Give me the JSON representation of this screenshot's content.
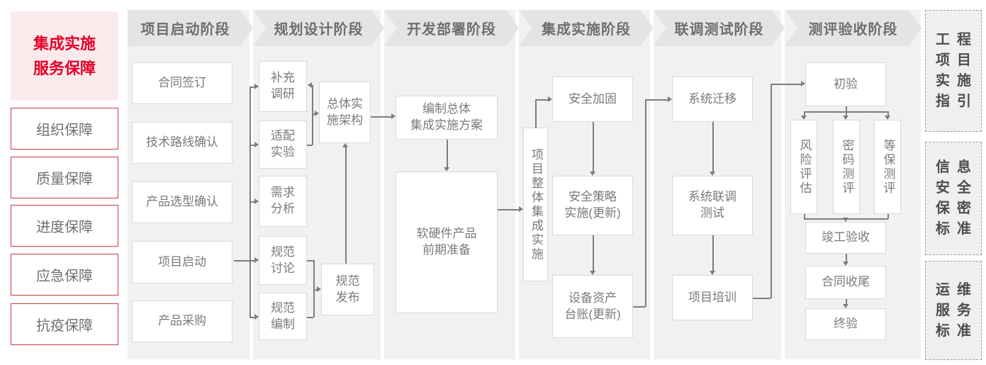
{
  "sidebar_left": {
    "banner": "集成实施\n服务保障",
    "items": [
      "组织保障",
      "质量保障",
      "进度保障",
      "应急保障",
      "抗疫保障"
    ]
  },
  "phases": [
    "项目启动阶段",
    "规划设计阶段",
    "开发部署阶段",
    "集成实施阶段",
    "联调测试阶段",
    "测评验收阶段"
  ],
  "nodes": {
    "contract_signing": "合同签订",
    "tech_route_confirm": "技术路线确认",
    "product_selection_confirm": "产品选型确认",
    "project_kickoff": "项目启动",
    "product_procurement": "产品采购",
    "supplementary_research": "补充\n调研",
    "adaptation_test": "适配\n实验",
    "requirement_analysis": "需求\n分析",
    "spec_discussion": "规范\n讨论",
    "spec_drafting": "规范\n编制",
    "overall_impl_architecture": "总体实\n施架构",
    "spec_release": "规范\n发布",
    "overall_integration_plan": "编制总体\n集成实施方案",
    "hw_sw_preparation": "软硬件产品\n前期准备",
    "overall_project_integration": "项目整体集成实施",
    "security_hardening": "安全加固",
    "security_policy_update": "安全策略\n实施(更新)",
    "asset_ledger_update": "设备资产\n台账(更新)",
    "system_migration": "系统迁移",
    "system_joint_testing": "系统联调\n测试",
    "project_training": "项目培训",
    "initial_acceptance": "初验",
    "risk_assessment": "风险评估",
    "crypto_evaluation": "密码测评",
    "mlps_evaluation": "等保测评",
    "completion_acceptance": "竣工验收",
    "contract_closure": "合同收尾",
    "final_acceptance": "终验"
  },
  "sidebar_right": {
    "items": [
      "工程\n项目\n实施\n指引",
      "信息\n安全\n保密\n标准",
      "运维\n服务\n标准"
    ]
  },
  "colors": {
    "accent_red": "#e60028",
    "red_border": "#c63b44",
    "pink_bg": "#fbeaec",
    "header_bg": "#e5e4e3",
    "panel_bg": "#f1f1f0",
    "box_border": "#d9d9d9",
    "text_gray": "#7a7a7a",
    "line_gray": "#7d7d7d"
  }
}
